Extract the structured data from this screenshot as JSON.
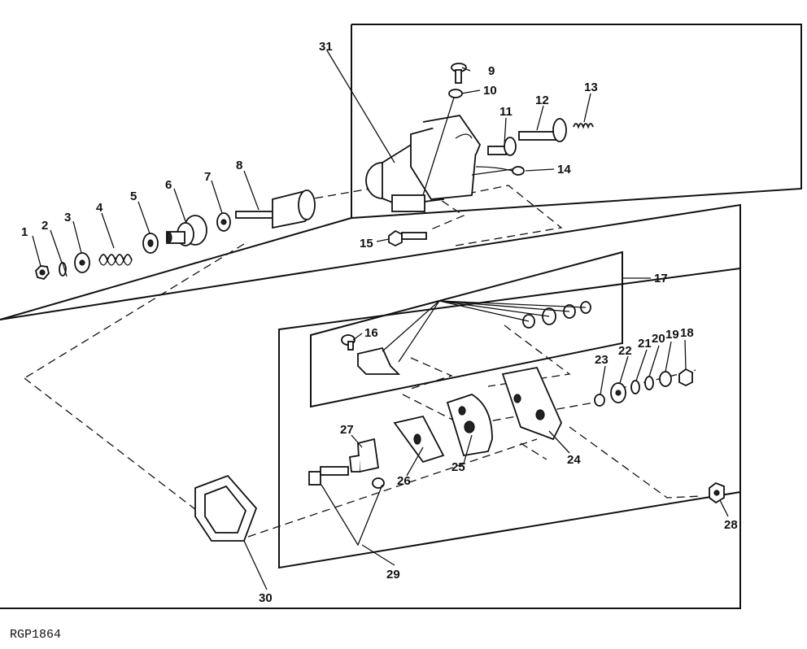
{
  "figure_code": "RGP1864",
  "callouts": [
    "1",
    "2",
    "3",
    "4",
    "5",
    "6",
    "7",
    "8",
    "9",
    "10",
    "11",
    "12",
    "13",
    "14",
    "15",
    "16",
    "17",
    "18",
    "19",
    "20",
    "21",
    "22",
    "23",
    "24",
    "25",
    "26",
    "27",
    "28",
    "29",
    "30",
    "31"
  ],
  "colors": {
    "ink": "#111111",
    "paper": "#ffffff"
  }
}
